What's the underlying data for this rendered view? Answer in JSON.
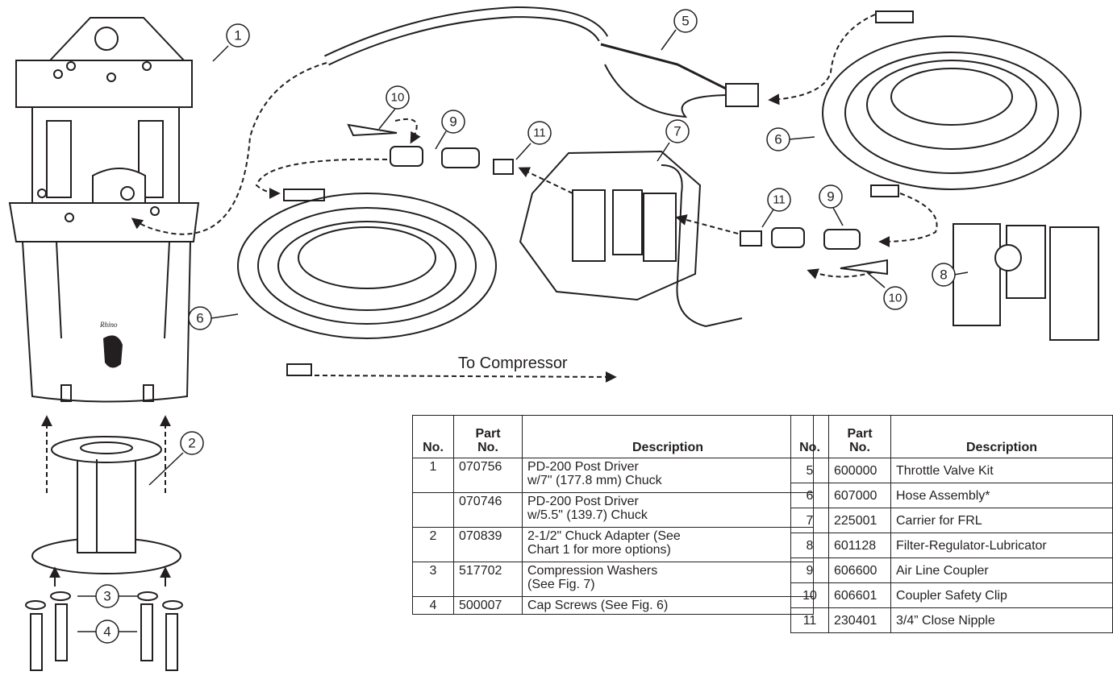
{
  "callouts": [
    "1",
    "2",
    "3",
    "4",
    "5",
    "6",
    "7",
    "8",
    "9",
    "10",
    "11"
  ],
  "caption": "To Compressor",
  "brand_mark": "Rhino",
  "table_left": {
    "headers": {
      "no": "No.",
      "part": "Part\nNo.",
      "desc": "Description"
    },
    "rows": [
      {
        "no": "1",
        "part": "070756",
        "desc": "PD-200 Post Driver\nw/7\" (177.8 mm) Chuck"
      },
      {
        "no": "",
        "part": "070746",
        "desc": "PD-200 Post Driver\nw/5.5\" (139.7) Chuck"
      },
      {
        "no": "2",
        "part": "070839",
        "desc": "2-1/2\" Chuck Adapter (See\nChart 1 for more options)"
      },
      {
        "no": "3",
        "part": "517702",
        "desc": "Compression Washers\n(See Fig. 7)"
      },
      {
        "no": "4",
        "part": "500007",
        "desc": "Cap Screws (See Fig. 6)"
      }
    ]
  },
  "table_right": {
    "headers": {
      "no": "No.",
      "part": "Part\nNo.",
      "desc": "Description"
    },
    "rows": [
      {
        "no": "5",
        "part": "600000",
        "desc": "Throttle Valve Kit"
      },
      {
        "no": "6",
        "part": "607000",
        "desc": "Hose Assembly*"
      },
      {
        "no": "7",
        "part": "225001",
        "desc": "Carrier for FRL"
      },
      {
        "no": "8",
        "part": "601128",
        "desc": "Filter-Regulator-Lubricator"
      },
      {
        "no": "9",
        "part": "606600",
        "desc": "Air Line Coupler"
      },
      {
        "no": "10",
        "part": "606601",
        "desc": "Coupler Safety Clip"
      },
      {
        "no": "11",
        "part": "230401",
        "desc": "3/4” Close Nipple"
      }
    ]
  }
}
